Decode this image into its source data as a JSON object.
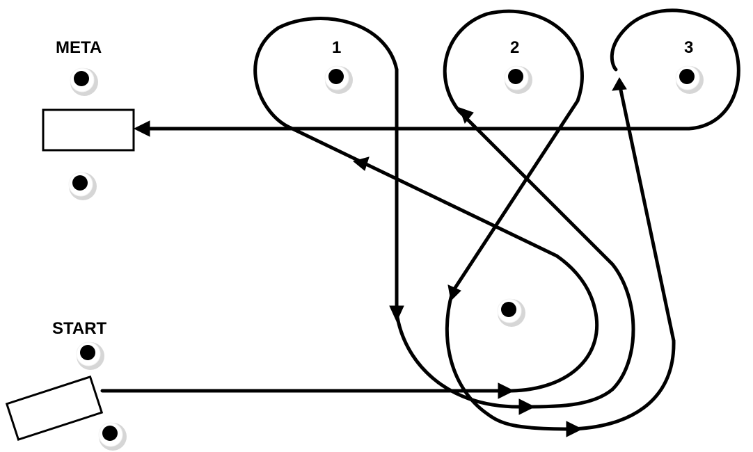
{
  "labels": {
    "meta": "META",
    "start": "START",
    "loop_1": "1",
    "loop_2": "2",
    "loop_3": "3"
  },
  "colors": {
    "line": "#000000",
    "background": "#ffffff",
    "cone_shadow": "#d6d6d6"
  },
  "icons": {
    "cone": "cone-icon",
    "arrowhead": "arrowhead-icon",
    "gate_box": "gate-icon"
  }
}
